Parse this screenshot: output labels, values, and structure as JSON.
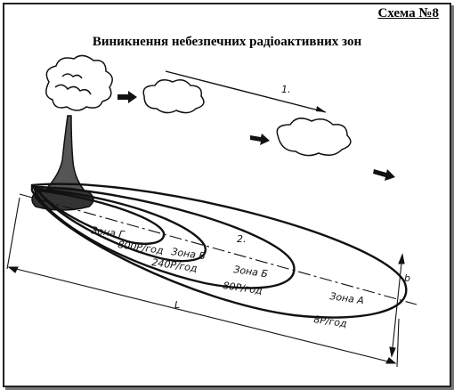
{
  "header": {
    "scheme_label": "Схема №8",
    "title": "Виникнення небезпечних радіоактивних зон"
  },
  "diagram": {
    "markers": {
      "wind": "1.",
      "axis": "2.",
      "width": "b",
      "length": "L"
    },
    "zones": [
      {
        "name": "Зона Г",
        "dose": "800Р/год"
      },
      {
        "name": "Зона В",
        "dose": "240Р/год"
      },
      {
        "name": "Зона Б",
        "dose": "80Р/год"
      },
      {
        "name": "Зона А",
        "dose": "8Р/год"
      }
    ]
  }
}
